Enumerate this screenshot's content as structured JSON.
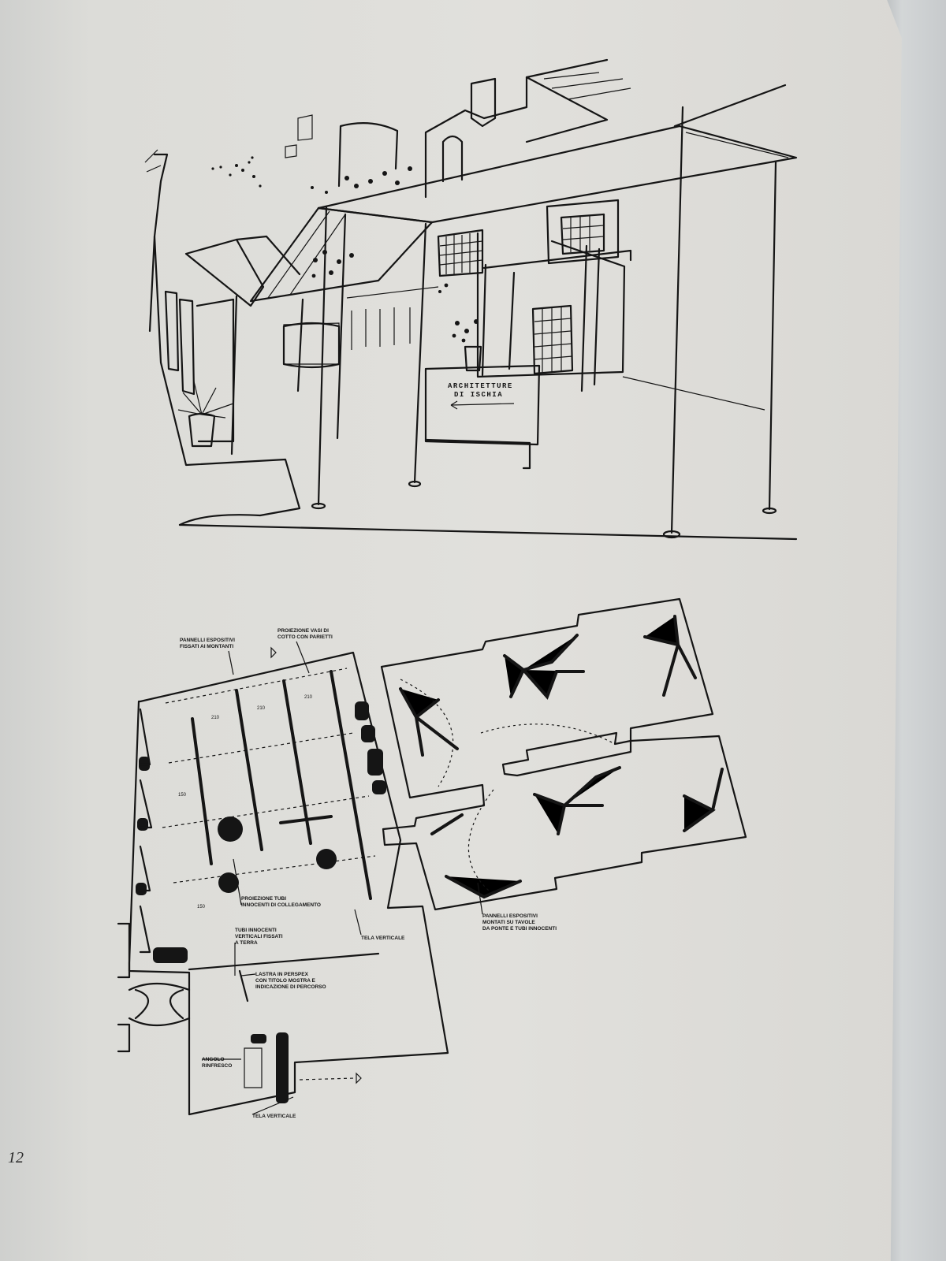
{
  "page": {
    "number": "12"
  },
  "perspective_sketch": {
    "sign_line1": "ARCHITETTURE",
    "sign_line2": "DI ISCHIA"
  },
  "plan": {
    "labels": {
      "pannelli_fissati_1": "PANNELLI ESPOSITIVI",
      "pannelli_fissati_2": "FISSATI AI MONTANTI",
      "proiezione_vasi_1": "PROIEZIONE VASI DI",
      "proiezione_vasi_2": "COTTO CON PARIETTI",
      "proiezione_tubi_1": "PROIEZIONE TUBI",
      "proiezione_tubi_2": "INNOCENTI DI COLLEGAMENTO",
      "tubi_verticali_1": "TUBI INNOCENTI",
      "tubi_verticali_2": "VERTICALI FISSATI",
      "tubi_verticali_3": "A TERRA",
      "tela_verticale_right": "TELA VERTICALE",
      "lastra_1": "LASTRA IN PERSPEX",
      "lastra_2": "CON TITOLO MOSTRA E",
      "lastra_3": "INDICAZIONE DI PERCORSO",
      "angolo_1": "ANGOLO",
      "angolo_2": "RINFRESCO",
      "tela_verticale_bottom": "TELA VERTICALE",
      "pannelli_tavole_1": "PANNELLI ESPOSITIVI",
      "pannelli_tavole_2": "MONTATI SU TAVOLE",
      "pannelli_tavole_3": "DA PONTE E TUBI INNOCENTI"
    },
    "dimensions": [
      "210",
      "210",
      "210",
      "150",
      "150"
    ]
  }
}
